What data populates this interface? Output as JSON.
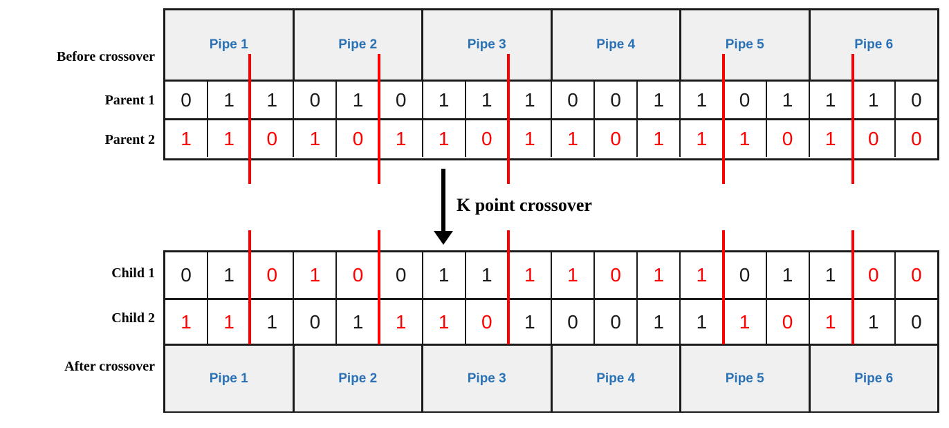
{
  "labels": {
    "before_crossover": "Before crossover",
    "parent1": "Parent 1",
    "parent2": "Parent 2",
    "child1": "Child 1",
    "child2": "Child 2",
    "after_crossover": "After crossover",
    "operation": "K point crossover"
  },
  "colors": {
    "pipe_text": "#2a72b5",
    "pipe_fill": "#f0f0f0",
    "crossover_line": "#ff0000",
    "gene_black": "#1a1a1a",
    "gene_red": "#ff0000",
    "border": "#1a1a1a"
  },
  "pipes": [
    {
      "label": "Pipe 1"
    },
    {
      "label": "Pipe 2"
    },
    {
      "label": "Pipe 3"
    },
    {
      "label": "Pipe 4"
    },
    {
      "label": "Pipe 5"
    },
    {
      "label": "Pipe 6"
    }
  ],
  "genes_per_pipe": 3,
  "total_genes": 18,
  "crossover_points": [
    2,
    5,
    8,
    13,
    16
  ],
  "chromosomes": {
    "parent1": {
      "name": "Parent 1",
      "bits": [
        "0",
        "1",
        "1",
        "0",
        "1",
        "0",
        "1",
        "1",
        "1",
        "0",
        "0",
        "1",
        "1",
        "0",
        "1",
        "1",
        "1",
        "0"
      ],
      "colors": [
        "black",
        "black",
        "black",
        "black",
        "black",
        "black",
        "black",
        "black",
        "black",
        "black",
        "black",
        "black",
        "black",
        "black",
        "black",
        "black",
        "black",
        "black"
      ]
    },
    "parent2": {
      "name": "Parent 2",
      "bits": [
        "1",
        "1",
        "0",
        "1",
        "0",
        "1",
        "1",
        "0",
        "1",
        "1",
        "0",
        "1",
        "1",
        "1",
        "0",
        "1",
        "0",
        "0"
      ],
      "colors": [
        "red",
        "red",
        "red",
        "red",
        "red",
        "red",
        "red",
        "red",
        "red",
        "red",
        "red",
        "red",
        "red",
        "red",
        "red",
        "red",
        "red",
        "red"
      ]
    },
    "child1": {
      "name": "Child 1",
      "bits": [
        "0",
        "1",
        "0",
        "1",
        "0",
        "0",
        "1",
        "1",
        "1",
        "1",
        "0",
        "1",
        "1",
        "0",
        "1",
        "1",
        "0",
        "0"
      ],
      "colors": [
        "black",
        "black",
        "red",
        "red",
        "red",
        "black",
        "black",
        "black",
        "red",
        "red",
        "red",
        "red",
        "red",
        "black",
        "black",
        "black",
        "red",
        "red"
      ]
    },
    "child2": {
      "name": "Child 2",
      "bits": [
        "1",
        "1",
        "1",
        "0",
        "1",
        "1",
        "1",
        "0",
        "1",
        "0",
        "0",
        "1",
        "1",
        "1",
        "0",
        "1",
        "1",
        "0"
      ],
      "colors": [
        "red",
        "red",
        "black",
        "black",
        "black",
        "red",
        "red",
        "red",
        "black",
        "black",
        "black",
        "black",
        "black",
        "red",
        "red",
        "red",
        "black",
        "black"
      ]
    }
  }
}
